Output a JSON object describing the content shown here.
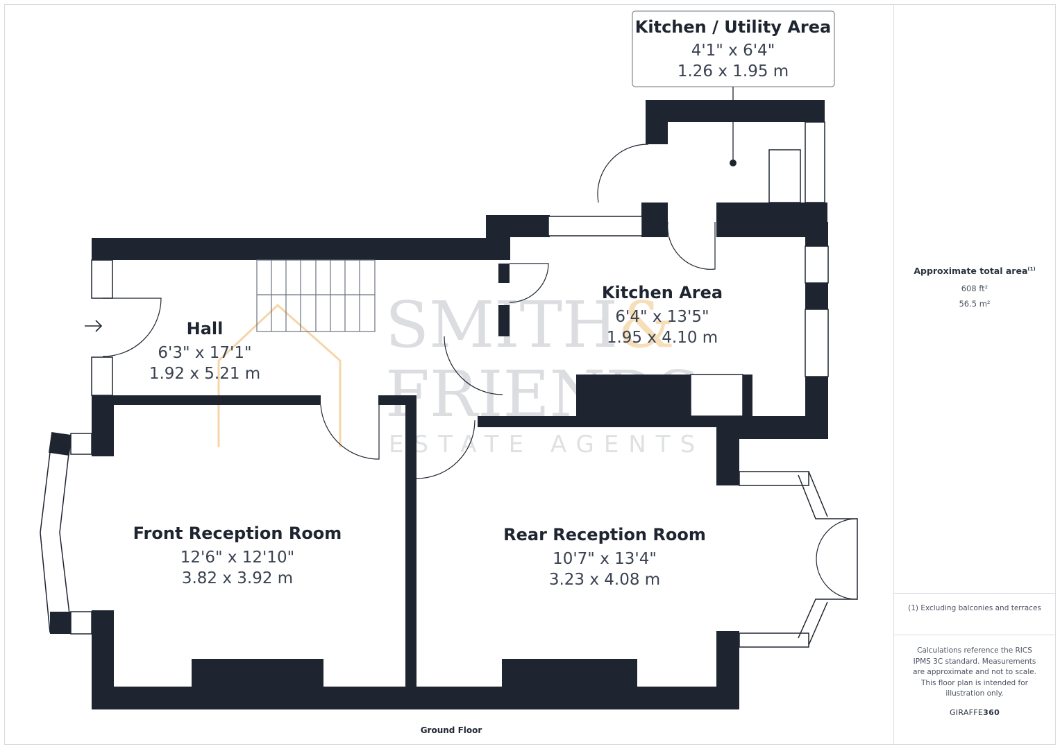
{
  "rooms": {
    "kitchen_utility": {
      "name": "Kitchen / Utility Area",
      "imperial": "4'1\" x 6'4\"",
      "metric": "1.26 x 1.95 m"
    },
    "kitchen": {
      "name": "Kitchen Area",
      "imperial": "6'4\" x 13'5\"",
      "metric": "1.95 x 4.10 m"
    },
    "hall": {
      "name": "Hall",
      "imperial": "6'3\" x 17'1\"",
      "metric": "1.92 x 5.21 m"
    },
    "front_reception": {
      "name": "Front Reception Room",
      "imperial": "12'6\" x 12'10\"",
      "metric": "3.82 x 3.92 m"
    },
    "rear_reception": {
      "name": "Rear Reception Room",
      "imperial": "10'7\" x 13'4\"",
      "metric": "3.23 x 4.08 m"
    }
  },
  "floor_label": "Ground Floor",
  "watermark": {
    "line1": "SMITH",
    "amp": "&",
    "line2": "FRIENDS",
    "line3": "ESTATE AGENTS"
  },
  "sidebar": {
    "area_title": "Approximate total area",
    "area_sup": "(1)",
    "area_ft": "608 ft²",
    "area_m": "56.5 m²",
    "footnote": "(1) Excluding balconies and terraces",
    "calc_note": "Calculations reference the RICS IPMS 3C standard. Measurements are approximate and not to scale. This floor plan is intended for illustration only.",
    "brand_light": "GIRAFFE",
    "brand_bold": "360"
  },
  "colors": {
    "wall": "#1e2530",
    "watermark_orange": "#f5d6a8",
    "text": "#2b3340"
  }
}
